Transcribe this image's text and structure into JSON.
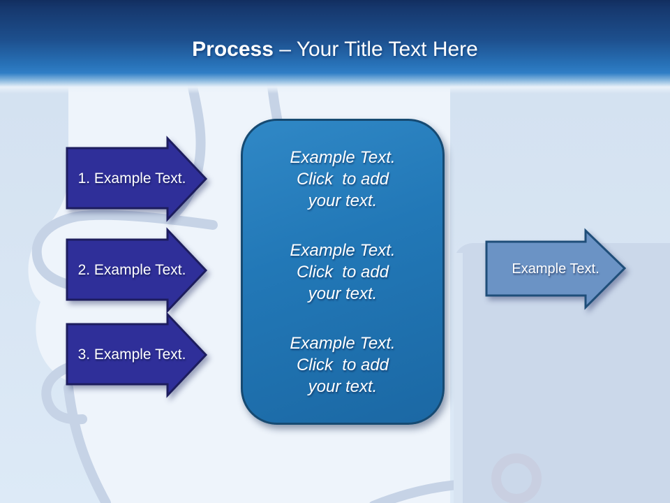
{
  "slide_title": {
    "emphasis": "Process",
    "rest": " – Your Title Text Here"
  },
  "left_arrows": [
    {
      "label": "1. Example Text."
    },
    {
      "label": "2. Example Text."
    },
    {
      "label": "3. Example Text."
    }
  ],
  "center_box": {
    "items": [
      {
        "lines": [
          "Example Text.",
          "Click  to add",
          "your text."
        ]
      },
      {
        "lines": [
          "Example Text.",
          "Click  to add",
          "your text."
        ]
      },
      {
        "lines": [
          "Example Text.",
          "Click  to add",
          "your text."
        ]
      }
    ]
  },
  "right_arrow": {
    "label": "Example Text."
  },
  "colors": {
    "header_top": "#16386E",
    "header_mid": "#1D4F8D",
    "header_bottom": "#2F7EC6",
    "background": "#D8E5F3",
    "navy_arrow_fill": "#2F2F99",
    "navy_arrow_border": "#1D1D5E",
    "center_box_fill": "#2278B7",
    "center_box_border": "#164A72",
    "right_arrow_fill": "#6B93C5",
    "right_arrow_border": "#1F4E79",
    "text": "#FFFFFF",
    "watermark_line": "#C6D3E6",
    "watermark_fill": "#EEF4FB"
  }
}
